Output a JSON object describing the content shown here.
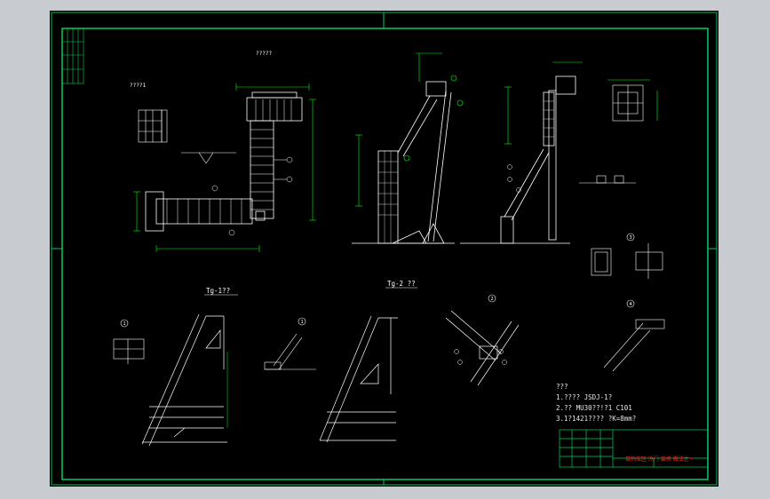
{
  "views": {
    "top_plan_title": "?????",
    "left_plan_title": "????1",
    "tg1_title": "Tg-1??",
    "tg2_title": "Tg-2 ??",
    "detail_marks": [
      "1",
      "1",
      "2",
      "3",
      "4",
      "4"
    ]
  },
  "notes": {
    "header": "???",
    "lines": [
      "1.???? JSDJ-1?",
      "2.?? MU30??!?1 C101",
      "3.1?1421???? ?K=8mm?"
    ]
  },
  "title_block": {
    "drawing_title": "目的库区 冷门 装修 做法之一"
  },
  "colors": {
    "background": "#000000",
    "frame": "#00d060",
    "linework": "#ffffff",
    "dimension": "#00ff00",
    "title_text": "#ff2a2a"
  }
}
